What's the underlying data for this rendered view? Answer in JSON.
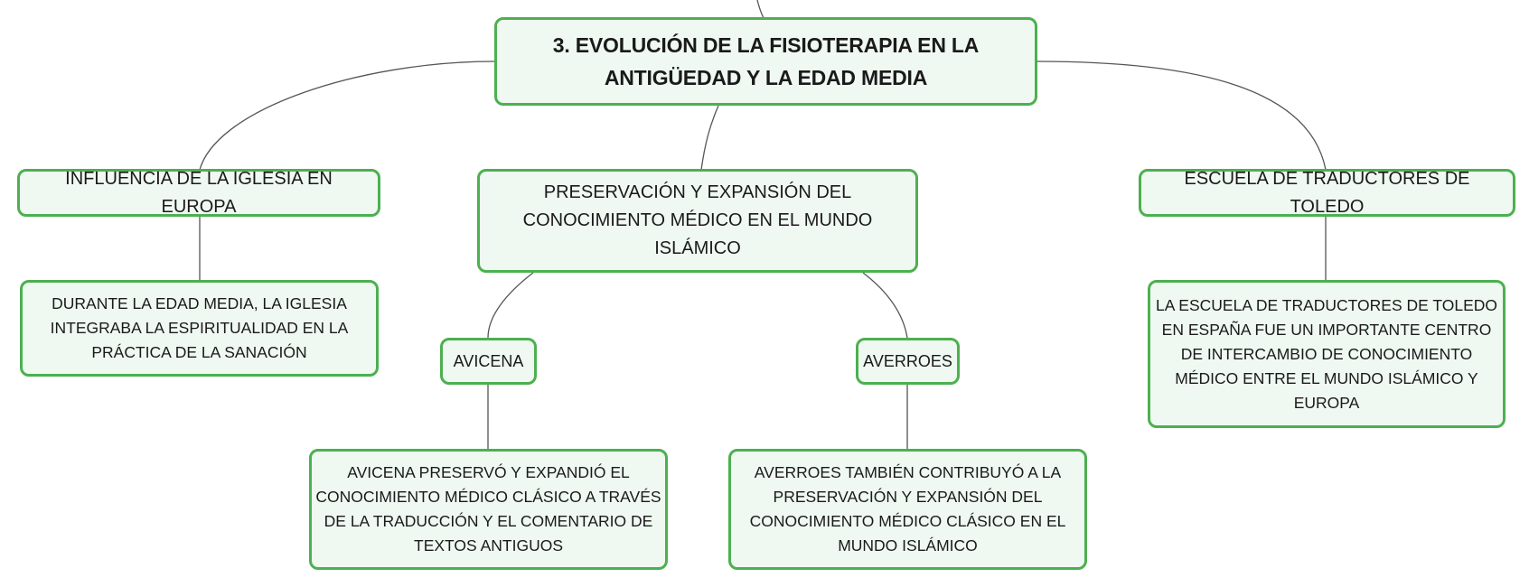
{
  "map": {
    "root": {
      "title": "3. EVOLUCIÓN DE LA FISIOTERAPIA EN LA ANTIGÜEDAD Y LA EDAD MEDIA"
    },
    "branches": [
      {
        "label": "INFLUENCIA DE LA IGLESIA EN EUROPA",
        "detail": "DURANTE LA EDAD MEDIA, LA IGLESIA INTEGRABA LA ESPIRITUALIDAD EN LA PRÁCTICA DE LA SANACIÓN"
      },
      {
        "label": "PRESERVACIÓN Y EXPANSIÓN DEL CONOCIMIENTO MÉDICO EN EL MUNDO ISLÁMICO",
        "children": [
          {
            "label": "AVICENA",
            "detail": "AVICENA PRESERVÓ Y EXPANDIÓ EL CONOCIMIENTO MÉDICO CLÁSICO A TRAVÉS DE LA TRADUCCIÓN Y EL COMENTARIO DE TEXTOS ANTIGUOS"
          },
          {
            "label": "AVERROES",
            "detail": "AVERROES TAMBIÉN CONTRIBUYÓ A LA PRESERVACIÓN Y EXPANSIÓN DEL CONOCIMIENTO MÉDICO CLÁSICO EN EL MUNDO ISLÁMICO"
          }
        ]
      },
      {
        "label": "ESCUELA DE TRADUCTORES DE TOLEDO",
        "detail": "LA ESCUELA DE TRADUCTORES DE TOLEDO EN ESPAÑA FUE UN IMPORTANTE CENTRO DE INTERCAMBIO DE CONOCIMIENTO MÉDICO ENTRE EL MUNDO ISLÁMICO Y EUROPA"
      }
    ]
  },
  "colors": {
    "node_border": "#4cb050",
    "node_fill": "#f0f9f1",
    "connector": "#555555",
    "text": "#1a1a1a"
  }
}
